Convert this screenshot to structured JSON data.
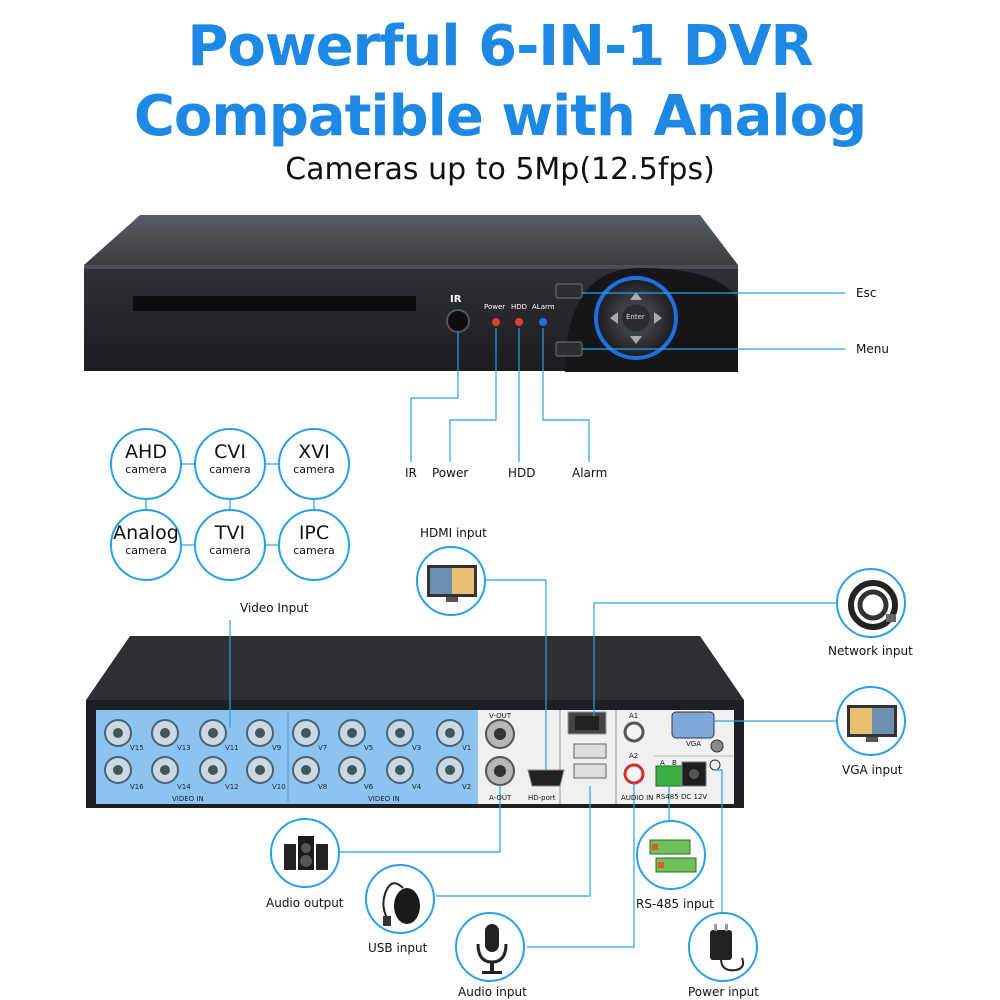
{
  "header": {
    "line1": "Powerful 6-IN-1 DVR",
    "line2": "Compatible with Analog",
    "subtitle": "Cameras up to 5Mp(12.5fps)"
  },
  "front_panel": {
    "ir_label": "IR",
    "led_labels": [
      "Power",
      "HDD",
      "ALarm"
    ],
    "enter_label": "Enter",
    "callouts": {
      "esc": "Esc",
      "menu": "Menu",
      "ir": "IR",
      "power": "Power",
      "hdd": "HDD",
      "alarm": "Alarm"
    }
  },
  "camera_types": [
    {
      "name": "AHD",
      "sub": "camera"
    },
    {
      "name": "CVI",
      "sub": "camera"
    },
    {
      "name": "XVI",
      "sub": "camera"
    },
    {
      "name": "Analog",
      "sub": "camera"
    },
    {
      "name": "TVI",
      "sub": "camera"
    },
    {
      "name": "IPC",
      "sub": "camera"
    }
  ],
  "rear_panel": {
    "video_in_label": "VIDEO IN",
    "port_labels": {
      "vout": "V-OUT",
      "aout": "A-OUT",
      "hd_port": "HD-port",
      "audio_in": "AUDIO IN",
      "rs485": "RS485",
      "dc12v": "DC 12V",
      "vga": "VGA",
      "a1": "A1",
      "a2": "A2",
      "a": "A",
      "b": "B"
    },
    "channels_top": [
      "V15",
      "V13",
      "V11",
      "V9",
      "V7",
      "V5",
      "V3",
      "V1"
    ],
    "channels_bottom": [
      "V16",
      "V14",
      "V12",
      "V10",
      "V8",
      "V6",
      "V4",
      "V2"
    ]
  },
  "callouts": {
    "video_input": "Video Input",
    "hdmi_input": "HDMI input",
    "network_input": "Network input",
    "vga_input": "VGA input",
    "audio_output": "Audio output",
    "usb_input": "USB input",
    "audio_input": "Audio input",
    "rs485_input": "RS-485 input",
    "power_input": "Power input"
  },
  "colors": {
    "accent": "#1e88e5",
    "line": "#29a0e8",
    "panel_blue": "#8cc4ef",
    "device_body": "#2b2d31"
  }
}
